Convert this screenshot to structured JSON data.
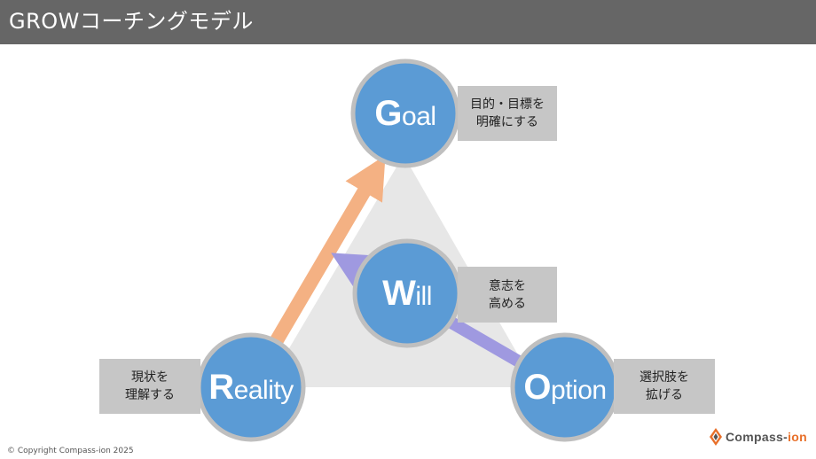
{
  "header": {
    "title": "GROWコーチングモデル"
  },
  "colors": {
    "header_bg": "#666666",
    "circle_fill": "#5b9bd5",
    "circle_ring": "#bfbfbf",
    "triangle_fill": "#e7e7e7",
    "arrow_reality_to_goal": "#f4b183",
    "arrow_option_to_will": "#9f99e0",
    "note_bg": "#c6c6c6",
    "brand_accent": "#e8702a"
  },
  "nodes": {
    "goal": {
      "initial": "G",
      "rest": "oal",
      "note_lines": [
        "目的・目標を",
        "明確にする"
      ]
    },
    "will": {
      "initial": "W",
      "rest": "ill",
      "note_lines": [
        "意志を",
        "高める"
      ]
    },
    "reality": {
      "initial": "R",
      "rest": "eality",
      "note_lines": [
        "現状を",
        "理解する"
      ]
    },
    "option": {
      "initial": "O",
      "rest": "ption",
      "note_lines": [
        "選択肢を",
        "拡げる"
      ]
    }
  },
  "footer": {
    "copyright": "© Copyright Compass-ion 2025",
    "brand_name": "Compass-",
    "brand_suffix": "ion",
    "brand_icon": "compass-logo-icon"
  }
}
